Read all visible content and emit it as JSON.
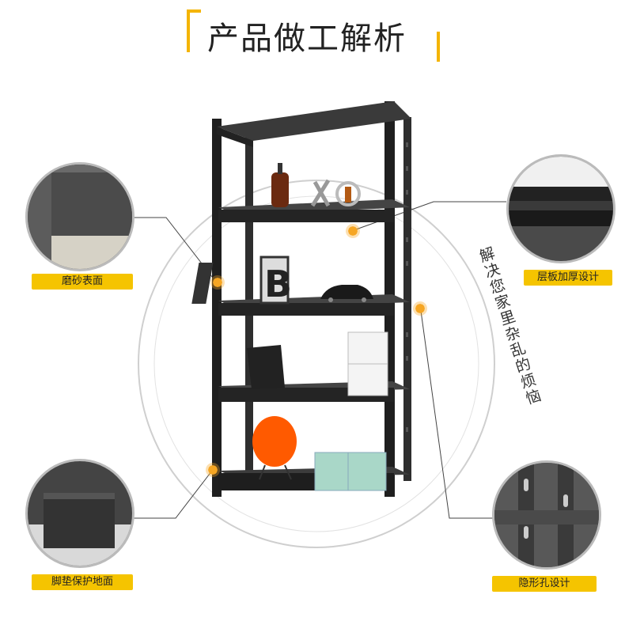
{
  "title": "产品做工解析",
  "slogan": "解决您家里杂乱的烦恼",
  "features": {
    "matte_surface": "磨砂表面",
    "thick_shelf": "层板加厚设计",
    "foot_pad": "脚垫保护地面",
    "hidden_holes": "隐形孔设计"
  },
  "colors": {
    "accent": "#f5c400",
    "shelf": "#2a2a2a",
    "dot": "#f6a623"
  }
}
